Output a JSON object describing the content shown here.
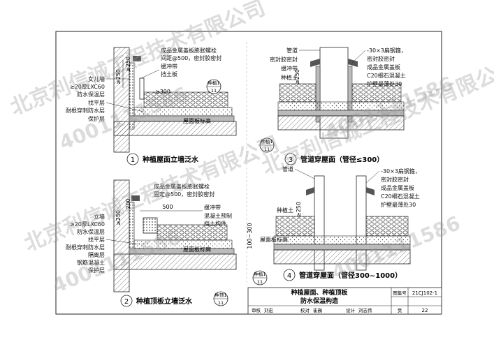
{
  "drawings": {
    "d1": {
      "number": "1",
      "caption": "种植屋面立墙泛水",
      "labels_right": [
        "成品金属盖板膨胀螺栓",
        "间距@500，密封胶密封",
        "缓冲带",
        "挡土板"
      ],
      "labels_left": [
        "女儿墙",
        "≥20厚LXC60",
        "防水保温层",
        "找平层",
        "耐根穿刺防水层",
        "保护层"
      ],
      "dim_vertical": "≥250",
      "dim_vertical2": "≥250",
      "dim_horizontal": "≥300",
      "ref_label": "屋面板标高",
      "ref_mark_top": "种植1",
      "ref_mark_bottom": "11"
    },
    "d2": {
      "number": "2",
      "caption": "种植顶板立墙泛水",
      "labels_right": [
        "成品金属盖板膨胀螺栓",
        "固定@500，密封胶密封",
        "缓冲带",
        "混凝土预制",
        "挡土构件"
      ],
      "labels_left": [
        "立墙",
        "≥20厚LXC60",
        "防水保温层",
        "找平层",
        "耐根穿刺防水层",
        "隔离层",
        "钢筋混凝土",
        "保护层"
      ],
      "dim_vertical": "≥250",
      "dim_vertical2": "200",
      "dim_horizontal": "500",
      "ref_label": "屋面板标高",
      "ref_mark_top": "种顶1",
      "ref_mark_bottom": "11"
    },
    "d3": {
      "number": "3",
      "caption": "管道穿屋面（管径≤300）",
      "labels_left": [
        "管道",
        "密封胶密封",
        "缓冲带",
        "种植土"
      ],
      "labels_right": [
        "-30×3扁钢箍，",
        "密封胶密封",
        "成品金属盖板",
        "C20细石混凝土",
        "护壁最薄处30"
      ],
      "dim_vertical": "≥250",
      "ref_mark_top": "种植1",
      "ref_mark_bottom": "11"
    },
    "d4": {
      "number": "4",
      "caption": "管道穿屋面（管径300~1000）",
      "labels_left": [
        "管道",
        "种植土"
      ],
      "labels_right": [
        "-30×3扁钢箍，",
        "密封胶密封",
        "成品金属盖板",
        "C20细石混凝土",
        "护壁最薄处30"
      ],
      "dim_vertical": "≥250",
      "dim_vertical2": "100~300",
      "ref_label": "屋面板标高",
      "ref_mark_top": "种植1",
      "ref_mark_bottom": "11"
    }
  },
  "title_block": {
    "title_line1": "种植屋面、种植顶板",
    "title_line2": "防水保温构造",
    "atlas_label": "图集号",
    "atlas_no": "21CJ102-1",
    "page_label": "页",
    "page_no": "22",
    "review_label": "审核",
    "review_name": "刘宏",
    "check_label": "校对",
    "check_name": "崔巍",
    "design_label": "设计",
    "design_name": "刘志伟"
  },
  "watermarks": [
    "北京利信诚工程技术有限公司",
    "4001111586"
  ]
}
